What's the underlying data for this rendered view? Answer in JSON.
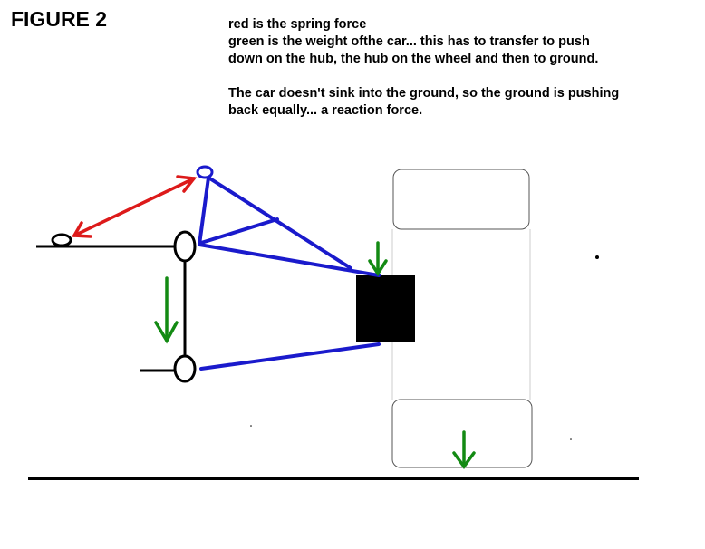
{
  "figure": {
    "title": "FIGURE 2"
  },
  "notes": {
    "lines": [
      "red is the spring force",
      "green is the weight ofthe car... this has to transfer to push",
      "down on the hub, the hub on the wheel and then to ground.",
      "The car doesn't sink into the ground, so the ground is pushing",
      "back equally... a reaction force."
    ]
  },
  "colors": {
    "spring": "#dd1a1a",
    "weight": "#138a13",
    "wishbone": "#1a1acc",
    "chassis": "#000000",
    "tyre_outline": "#555555"
  }
}
